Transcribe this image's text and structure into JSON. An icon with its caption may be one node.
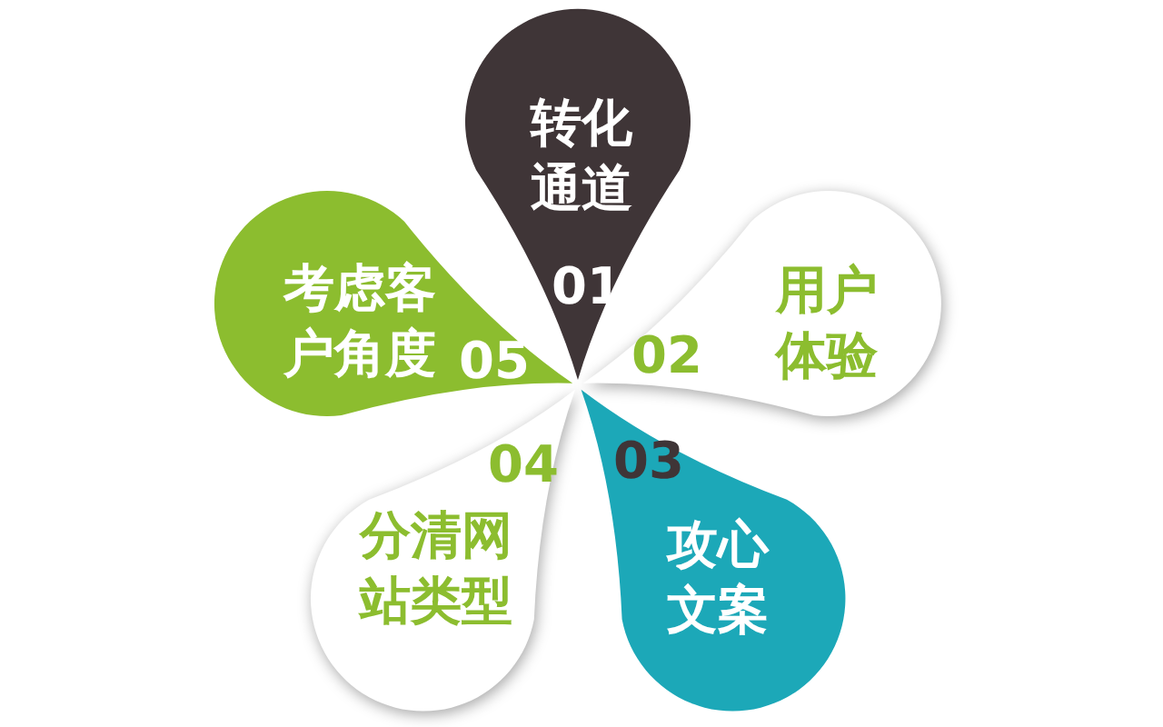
{
  "diagram": {
    "nodes": [
      {
        "text": [
          "转化通道",
          "01"
        ]
      },
      {
        "text": [
          "02",
          "用户体验"
        ]
      },
      {
        "text": [
          "03",
          "攻心文案"
        ]
      },
      {
        "text": [
          "04",
          "分清网站类型"
        ]
      },
      {
        "text": [
          "考虑客户角度",
          "05"
        ]
      }
    ],
    "edges": []
  }
}
